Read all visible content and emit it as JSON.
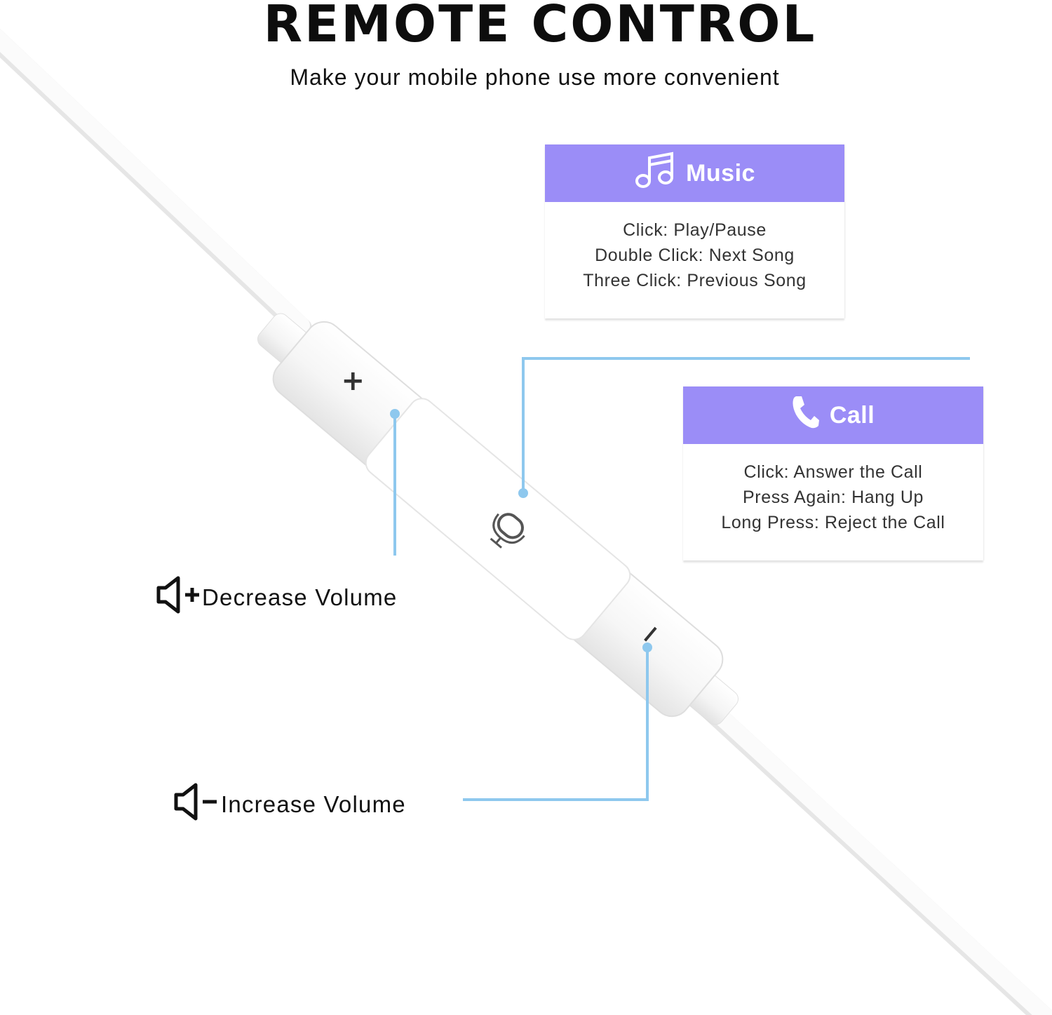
{
  "header": {
    "title": "REMOTE CONTROL",
    "subtitle": "Make your mobile phone use more convenient"
  },
  "colors": {
    "card_header": "#9b8df7",
    "callout_line": "#8ec8ee",
    "cable": "#f7f7f7"
  },
  "remote": {
    "plus_symbol": "+",
    "minus_symbol": "–"
  },
  "music_card": {
    "icon": "music-note-icon",
    "title": "Music",
    "lines": [
      "Click: Play/Pause",
      "Double Click: Next Song",
      "Three Click: Previous Song"
    ]
  },
  "call_card": {
    "icon": "phone-icon",
    "title": "Call",
    "lines": [
      "Click: Answer the Call",
      "Press Again: Hang Up",
      "Long Press: Reject the Call"
    ]
  },
  "volume": {
    "decrease": {
      "icon": "speaker-plus-icon",
      "label": "Decrease Volume"
    },
    "increase": {
      "icon": "speaker-minus-icon",
      "label": "Increase Volume"
    }
  }
}
